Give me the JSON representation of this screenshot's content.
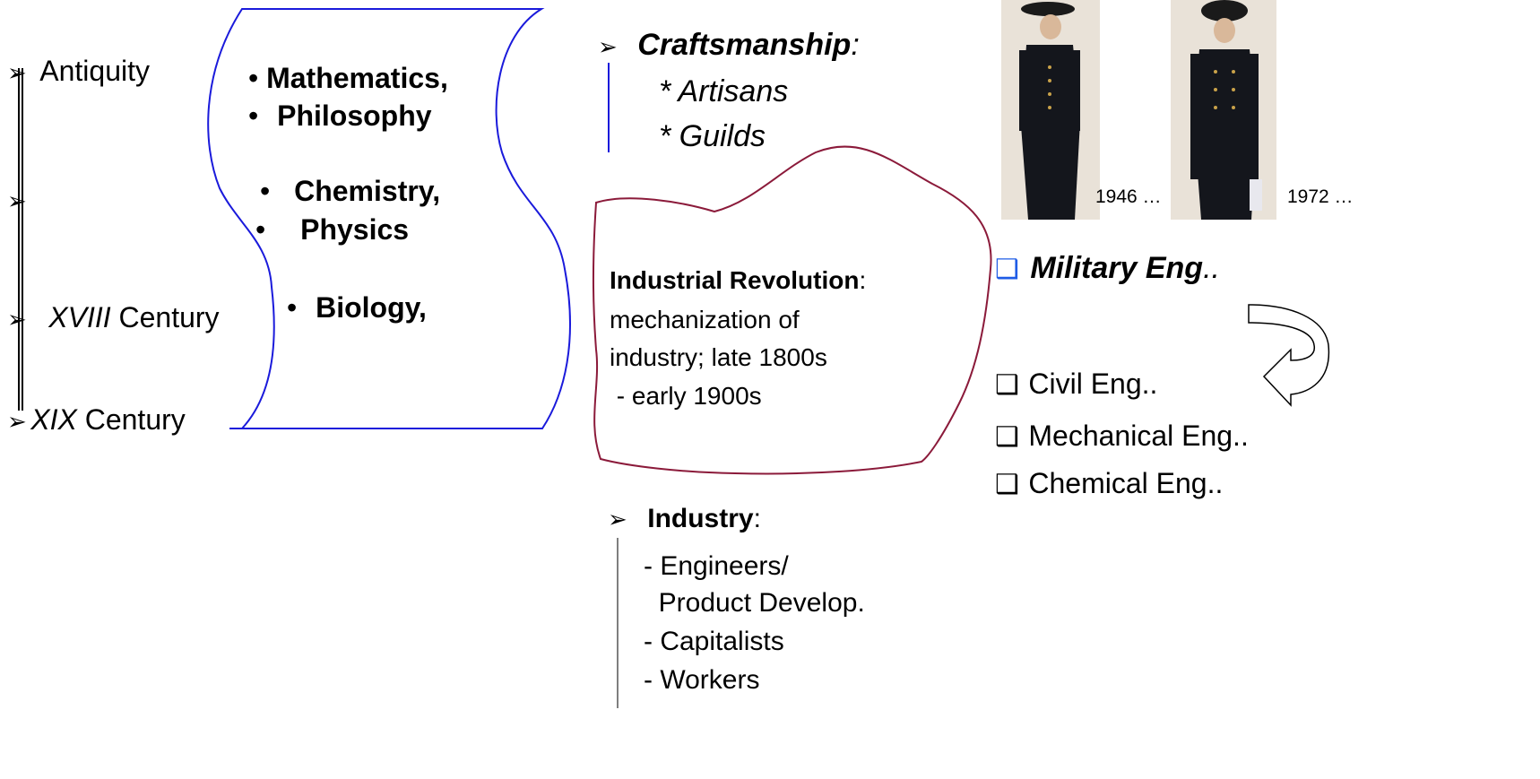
{
  "timeline": {
    "items": [
      {
        "prefix": "",
        "italic": "",
        "rest": "Antiquity"
      },
      {
        "prefix": "",
        "italic": "",
        "rest": ""
      },
      {
        "prefix": "",
        "italic": "XVIII",
        "rest": " Century"
      },
      {
        "prefix": "",
        "italic": "XIX",
        "rest": " Century"
      }
    ],
    "arrow_glyph": "➢"
  },
  "scroll": {
    "bullet": "•",
    "items": [
      "Mathematics,",
      "Philosophy",
      "Chemistry,",
      "Physics",
      "Biology,"
    ]
  },
  "craftsmanship": {
    "title": "Craftsmanship",
    "title_suffix": ":",
    "items": [
      "* Artisans",
      "* Guilds"
    ]
  },
  "revolution": {
    "title": "Industrial  Revolution",
    "title_suffix": ":",
    "lines": [
      "mechanization of",
      "industry; late 1800s",
      " - early 1900s"
    ]
  },
  "industry": {
    "title": "Industry",
    "title_suffix": ":",
    "items": [
      "- Engineers/",
      "  Product Develop.",
      "- Capitalists",
      "- Workers"
    ]
  },
  "photos": {
    "captions": [
      "1946 …",
      "1972 …"
    ]
  },
  "engineering": {
    "military": {
      "label": "Military Eng",
      "suffix": ".."
    },
    "branches": [
      "Civil Eng..",
      "Mechanical Eng..",
      "Chemical Eng.."
    ],
    "checkbox_glyph": "❑"
  },
  "colors": {
    "scroll_outline": "#1a1adb",
    "cloud_outline": "#8b1a3a",
    "checkbox_blue": "#1f5ce6",
    "line_gray": "#7f7f7f"
  }
}
